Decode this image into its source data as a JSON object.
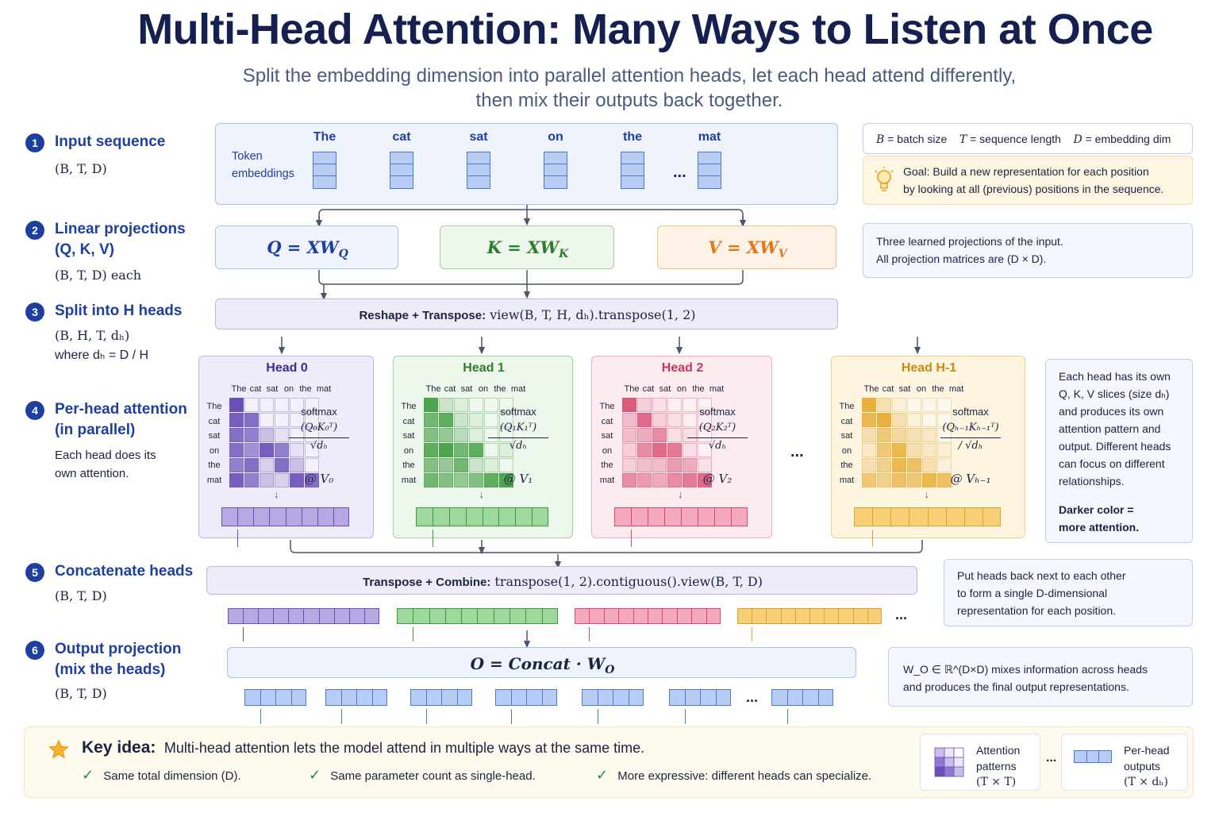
{
  "title": "Multi-Head Attention: Many Ways to Listen at Once",
  "subtitle_line1": "Split the embedding dimension into parallel attention heads, let each head attend differently,",
  "subtitle_line2": "then mix their outputs back together.",
  "steps": [
    {
      "num": "1",
      "title": "Input sequence",
      "sub": "(B, T, D)"
    },
    {
      "num": "2",
      "title_line1": "Linear projections",
      "title_line2": "(Q, K, V)",
      "sub": "(B, T, D) each"
    },
    {
      "num": "3",
      "title": "Split into H heads",
      "sub": "(B, H, T, dₕ)",
      "sub2": "where dₕ = D / H"
    },
    {
      "num": "4",
      "title_line1": "Per-head attention",
      "title_line2": "(in parallel)",
      "sub_line1": "Each head does its",
      "sub_line2": "own attention."
    },
    {
      "num": "5",
      "title": "Concatenate heads",
      "sub": "(B, T, D)"
    },
    {
      "num": "6",
      "title_line1": "Output projection",
      "title_line2": "(mix the heads)",
      "sub": "(B, T, D)"
    }
  ],
  "input": {
    "label_line1": "Token",
    "label_line2": "embeddings",
    "tokens": [
      "The",
      "cat",
      "sat",
      "on",
      "the",
      "mat"
    ],
    "ellipsis": "..."
  },
  "legend_dims": {
    "b": "B",
    "b_desc": " = batch size",
    "t": "T",
    "t_desc": " = sequence length",
    "d": "D",
    "d_desc": " = embedding dim"
  },
  "goal": {
    "label": "Goal:",
    "text_line1": " Build a new representation for each position",
    "text_line2": "by looking at all (previous) positions in the sequence.",
    "icon": "lightbulb-icon"
  },
  "projections": {
    "q": "Q = XW",
    "q_sub": "Q",
    "k": "K = XW",
    "k_sub": "K",
    "v": "V = XW",
    "v_sub": "V",
    "note_line1": "Three learned projections of the input.",
    "note_line2": "All projection matrices are (D × D)."
  },
  "reshape": {
    "label": "Reshape + Transpose:",
    "code": " view(B, T, H, dₕ).transpose(1, 2)"
  },
  "heads": [
    {
      "name": "Head 0",
      "formula_top": "(Q₀K₀ᵀ)",
      "formula_bottom": "√dₕ",
      "at_v": "@ V₀"
    },
    {
      "name": "Head 1",
      "formula_top": "(Q₁K₁ᵀ)",
      "formula_bottom": "√dₕ",
      "at_v": "@ V₁"
    },
    {
      "name": "Head 2",
      "formula_top": "(Q₂K₂ᵀ)",
      "formula_bottom": "√dₕ",
      "at_v": "@ V₂"
    },
    {
      "name": "Head H-1",
      "formula_top": "(Qₕ₋₁Kₕ₋₁ᵀ)",
      "formula_bottom": "/ √dₕ",
      "at_v": "@ Vₕ₋₁"
    }
  ],
  "head_softmax": "softmax",
  "head_tokens": [
    "The",
    "cat",
    "sat",
    "on",
    "the",
    "mat"
  ],
  "heads_ellipsis": "...",
  "heads_note": {
    "line1": "Each head has its own",
    "line2": "Q, K, V slices (size dₕ)",
    "line3": "and produces its own",
    "line4": "attention pattern and",
    "line5": "output. Different heads",
    "line6": "can focus on different",
    "line7": "relationships.",
    "bold1": "Darker color =",
    "bold2": "more attention."
  },
  "concat": {
    "label": "Transpose + Combine:",
    "code": " transpose(1, 2).contiguous().view(B, T, D)",
    "ellipsis": "...",
    "note_line1": "Put heads back next to each other",
    "note_line2": "to form a single D-dimensional",
    "note_line3": "representation for each position."
  },
  "output": {
    "formula": "O = Concat · W",
    "formula_sub": "O",
    "ellipsis": "...",
    "note_line1": "W_O ∈ ℝ^(D×D) mixes information across heads",
    "note_line2": "and produces the final output representations."
  },
  "key_idea": {
    "label": "Key idea:",
    "text": "Multi-head attention lets the model attend in multiple ways at the same time.",
    "checks": [
      "Same total dimension (D).",
      "Same parameter count as single-head.",
      "More expressive: different heads can specialize."
    ],
    "legend1_line1": "Attention",
    "legend1_line2": "patterns",
    "legend1_line3": "(T × T)",
    "legend_ellipsis": "...",
    "legend2_line1": "Per-head",
    "legend2_line2": "outputs",
    "legend2_line3": "(T × dₕ)"
  },
  "colors": {
    "purple": "#6a4fb8",
    "green": "#3c9a3c",
    "pink": "#d9496f",
    "yellow": "#e6a82a",
    "blue": "#1f3fa0"
  }
}
